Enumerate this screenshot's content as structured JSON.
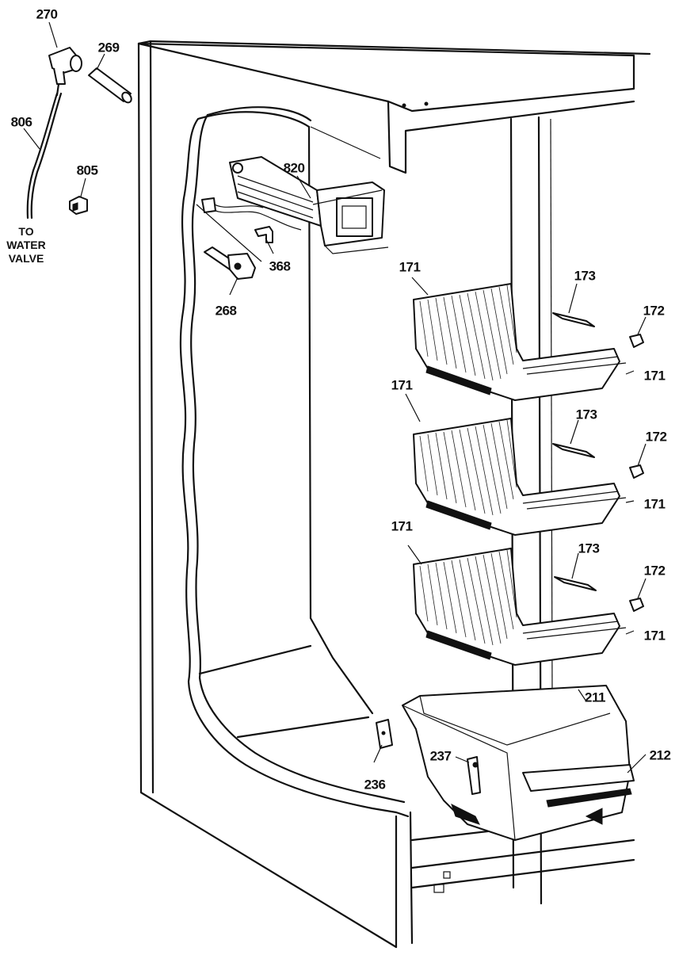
{
  "labels": {
    "p270": "270",
    "p269": "269",
    "p806": "806",
    "p805": "805",
    "p820": "820",
    "p368": "368",
    "p268": "268",
    "p171_top": "171",
    "p173_top": "173",
    "p172_top": "172",
    "p171_top_right": "171",
    "p171_mid": "171",
    "p173_mid": "173",
    "p172_mid": "172",
    "p171_mid_right": "171",
    "p171_low": "171",
    "p173_low": "173",
    "p172_low": "172",
    "p171_low_right": "171",
    "p211": "211",
    "p212": "212",
    "p237": "237",
    "p236": "236"
  },
  "note": {
    "line1": "TO",
    "line2": "WATER",
    "line3": "VALVE"
  },
  "icons": [
    "water-fitting",
    "tube",
    "clip",
    "icemaker",
    "bracket",
    "shelf-basket",
    "shelf-support",
    "bin"
  ]
}
